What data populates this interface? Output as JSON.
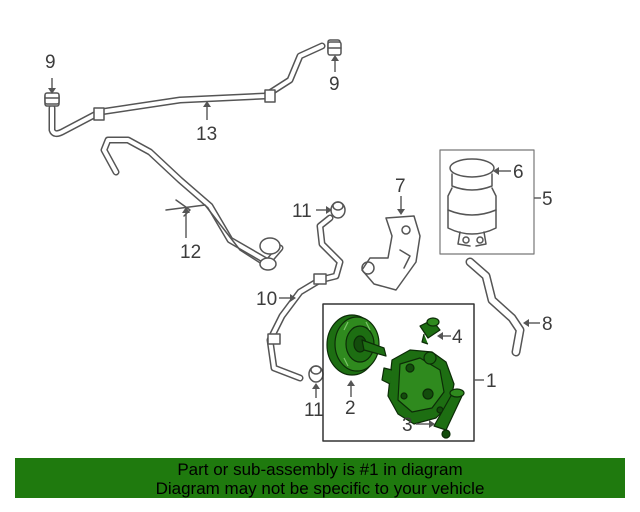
{
  "callouts": {
    "c1": "1",
    "c2": "2",
    "c3": "3",
    "c4": "4",
    "c5": "5",
    "c6": "6",
    "c7": "7",
    "c8": "8",
    "c9a": "9",
    "c9b": "9",
    "c10": "10",
    "c11a": "11",
    "c11b": "11",
    "c12": "12",
    "c13": "13"
  },
  "banner": {
    "line1": "Part or sub-assembly is #1 in diagram",
    "line2": "Diagram may not be specific to your vehicle",
    "color": "#1f7a0e"
  },
  "highlight_color": "#1d6e12"
}
